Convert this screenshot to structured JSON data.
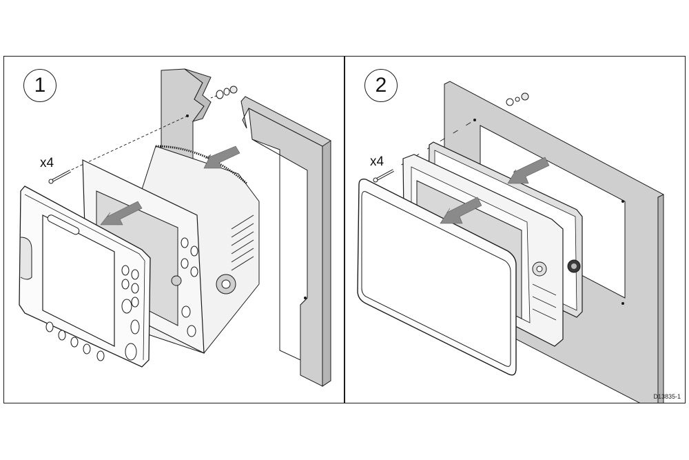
{
  "diagram": {
    "type": "installation-steps",
    "subject": "Flush mounting a display unit into a panel",
    "colors": {
      "panel_fill": "#cfcfcf",
      "panel_edge": "#b5b5b5",
      "line": "#1a1a1a",
      "screen_fill": "#dadada",
      "arrow_fill": "#8a8a8a",
      "background": "#ffffff"
    },
    "steps": [
      {
        "number": "1",
        "fastener_quantity": "x4",
        "parts": [
          "mounting panel",
          "washer",
          "spring washer",
          "nut",
          "screw",
          "display unit",
          "front bezel"
        ],
        "arrows": [
          "display into panel cutout",
          "bezel onto display"
        ]
      },
      {
        "number": "2",
        "fastener_quantity": "x4",
        "parts": [
          "mounting panel",
          "washer",
          "spring washer",
          "nut",
          "screw",
          "gasket",
          "display unit",
          "front trim bezel"
        ],
        "arrows": [
          "gasket and display into panel cutout",
          "bezel onto display"
        ]
      }
    ],
    "reference_code": "D13835-1"
  }
}
